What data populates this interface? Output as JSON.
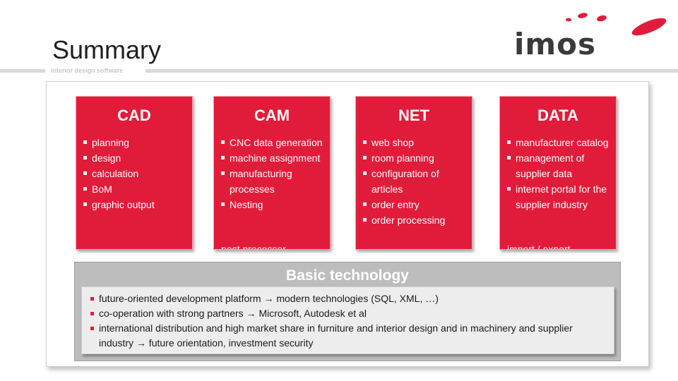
{
  "header": {
    "title": "Summary",
    "tagline": "interior design software",
    "logo_text": "imos"
  },
  "colors": {
    "accent_red": "#e11c3b",
    "panel_gray": "#bdbdbd",
    "box_light": "#ededed"
  },
  "modules": [
    {
      "title": "CAD",
      "items": [
        "planning",
        "design",
        "calculation",
        "BoM",
        "graphic output"
      ]
    },
    {
      "title": "CAM",
      "items": [
        "CNC data generation",
        "machine assignment",
        "manufacturing processes",
        "Nesting"
      ],
      "overflow": "post processor"
    },
    {
      "title": "NET",
      "items": [
        "web shop",
        "room planning",
        "configuration of articles",
        "order entry",
        "order processing"
      ]
    },
    {
      "title": "DATA",
      "items": [
        "manufacturer catalog",
        "management of supplier data",
        "internet portal for the supplier industry"
      ],
      "overflow": "import / export"
    }
  ],
  "basic": {
    "title": "Basic technology",
    "items": [
      "future-oriented development platform → modern technologies (SQL, XML, …)",
      "co-operation with strong partners → Microsoft, Autodesk et al",
      "international distribution and high market share in furniture and interior design and in machinery and supplier industry → future orientation, investment security"
    ]
  }
}
